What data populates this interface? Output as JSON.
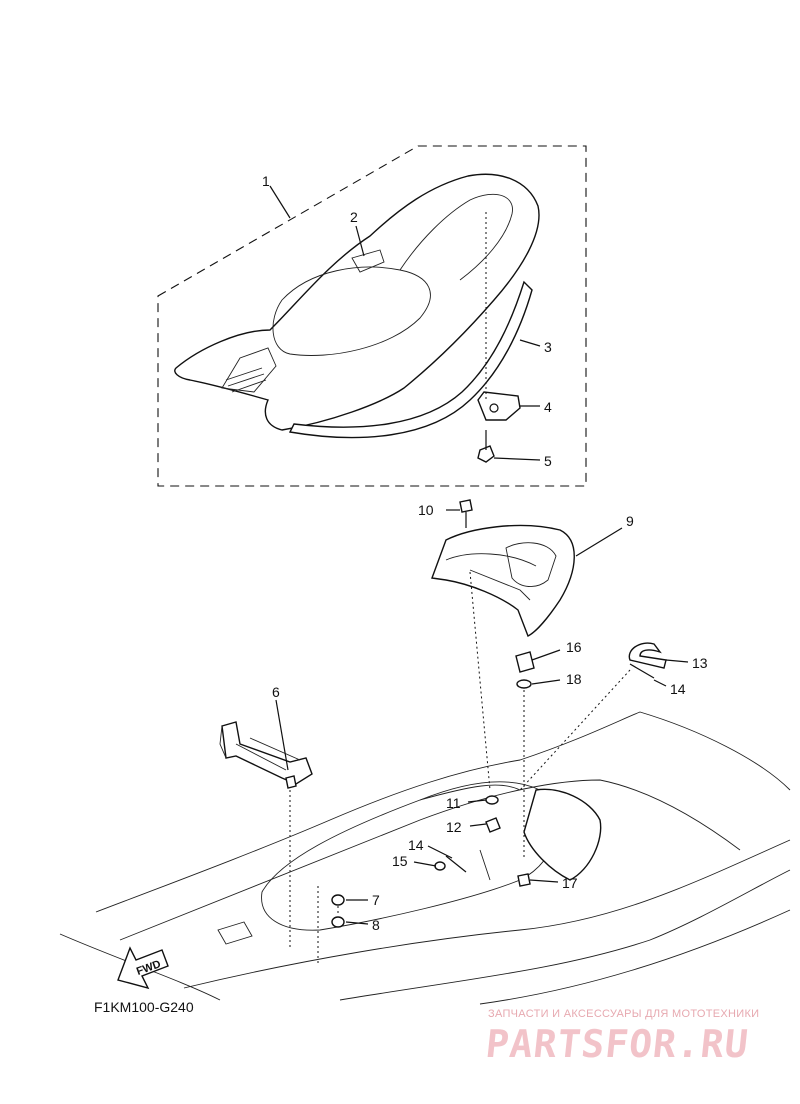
{
  "diagram": {
    "code": "F1KM100-G240",
    "fwd_label": "FWD",
    "callouts": [
      "1",
      "2",
      "3",
      "4",
      "5",
      "6",
      "7",
      "8",
      "9",
      "10",
      "11",
      "12",
      "13",
      "14",
      "14",
      "15",
      "16",
      "17",
      "18"
    ]
  },
  "watermark": {
    "tagline": "ЗАПЧАСТИ И АКСЕССУАРЫ ДЛЯ МОТОТЕХНИКИ",
    "logo": "PARTSFOR.RU"
  }
}
